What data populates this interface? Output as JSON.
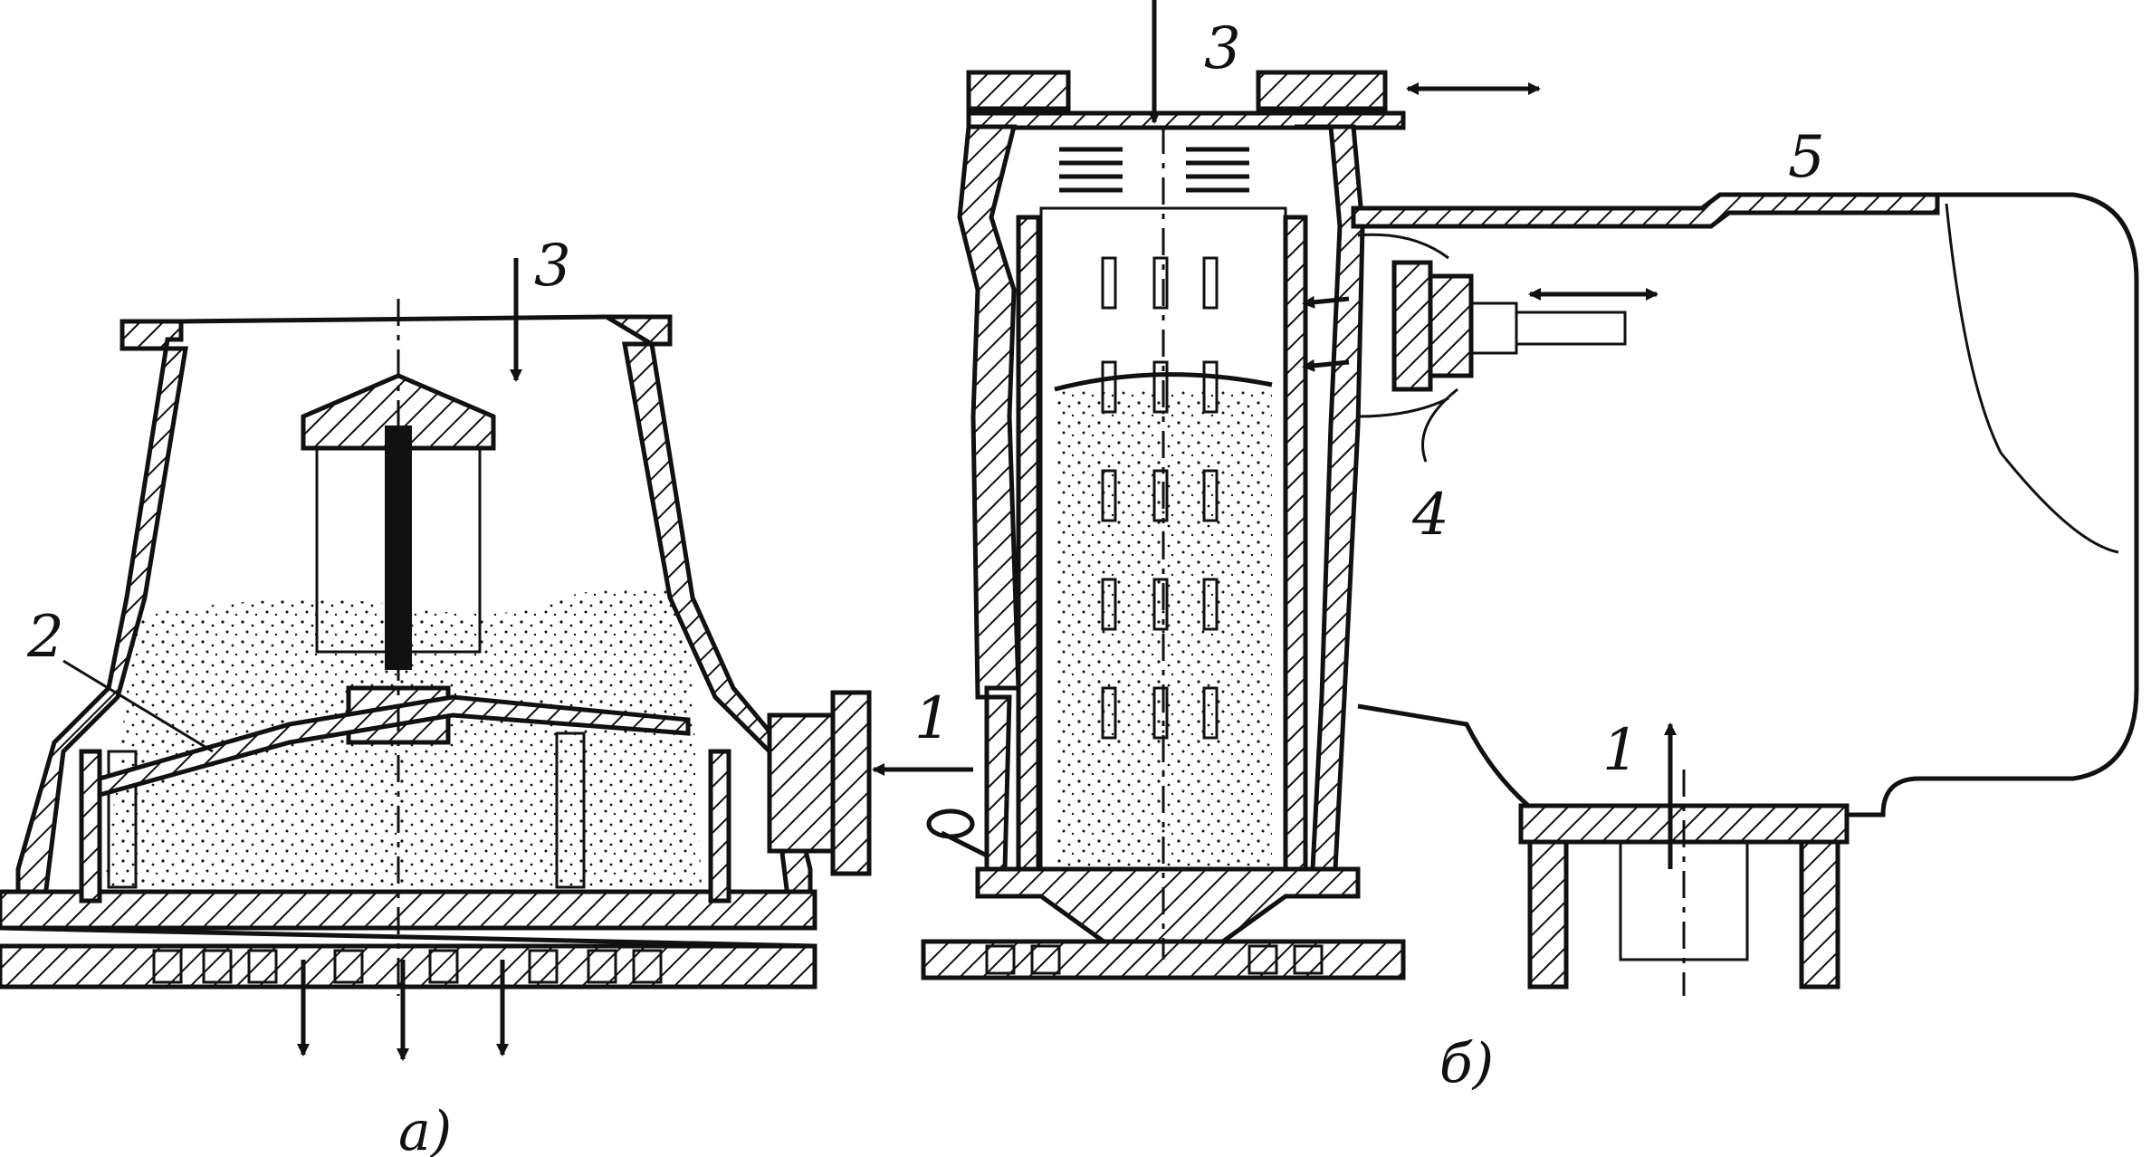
{
  "labels": {
    "a_2": "2",
    "a_3": "3",
    "a_1": "1",
    "b_3": "3",
    "b_5": "5",
    "b_4": "4",
    "b_1_inlet": "1",
    "b_1_outlet": "1"
  },
  "captions": {
    "a": "a)",
    "b": "б)"
  },
  "colors": {
    "ink": "#111111",
    "paper": "#ffffff"
  }
}
